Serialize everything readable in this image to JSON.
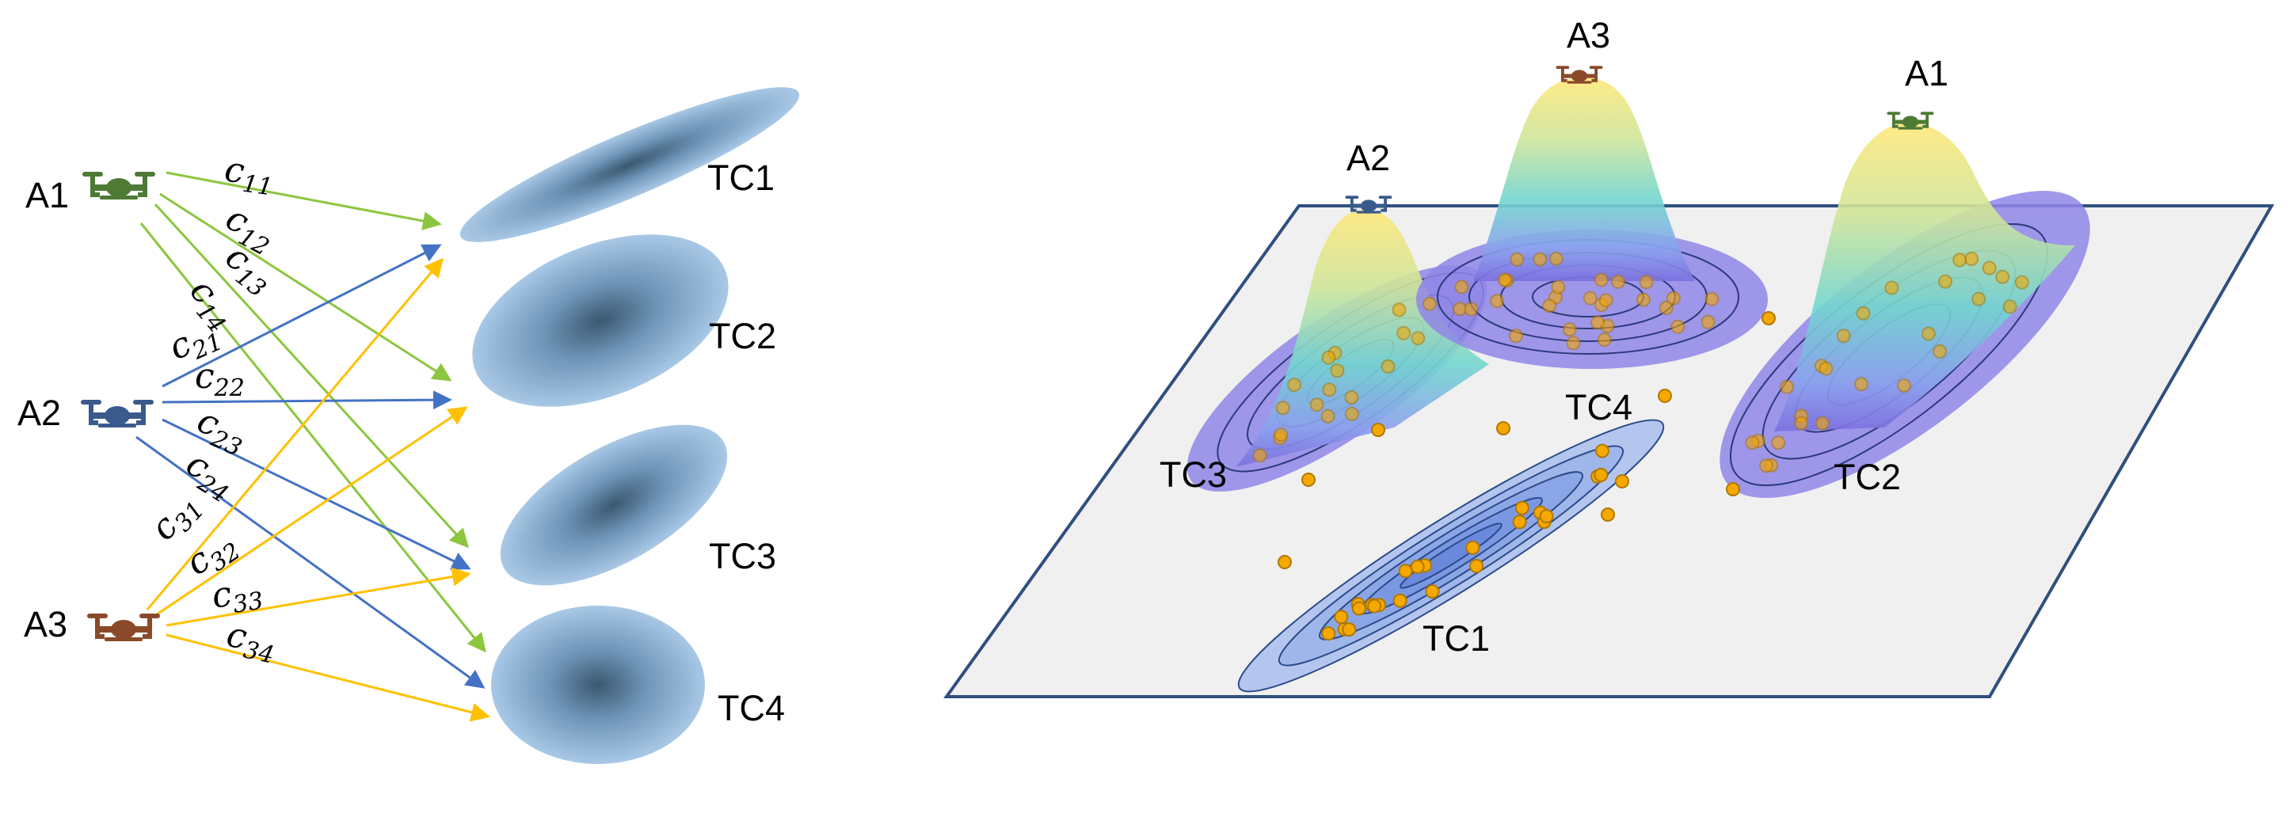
{
  "left_panel": {
    "agents": [
      {
        "id": "A1",
        "label": "A1",
        "color": "#4e7a35"
      },
      {
        "id": "A2",
        "label": "A2",
        "color": "#3a5a8c"
      },
      {
        "id": "A3",
        "label": "A3",
        "color": "#8a4a2a"
      }
    ],
    "targets": [
      {
        "id": "TC1",
        "label": "TC1"
      },
      {
        "id": "TC2",
        "label": "TC2"
      },
      {
        "id": "TC3",
        "label": "TC3"
      },
      {
        "id": "TC4",
        "label": "TC4"
      }
    ],
    "cost_labels": [
      {
        "base": "c",
        "sub": "11"
      },
      {
        "base": "c",
        "sub": "12"
      },
      {
        "base": "c",
        "sub": "13"
      },
      {
        "base": "c",
        "sub": "14"
      },
      {
        "base": "c",
        "sub": "21"
      },
      {
        "base": "c",
        "sub": "22"
      },
      {
        "base": "c",
        "sub": "23"
      },
      {
        "base": "c",
        "sub": "24"
      },
      {
        "base": "c",
        "sub": "31"
      },
      {
        "base": "c",
        "sub": "32"
      },
      {
        "base": "c",
        "sub": "33"
      },
      {
        "base": "c",
        "sub": "34"
      }
    ],
    "arrow_colors": {
      "A1": "#8cc63e",
      "A2": "#4472c4",
      "A3": "#ffc000"
    }
  },
  "right_panel": {
    "agent_labels": {
      "A1": "A1",
      "A2": "A2",
      "A3": "A3"
    },
    "cluster_labels": {
      "TC1": "TC1",
      "TC2": "TC2",
      "TC3": "TC3",
      "TC4": "TC4"
    },
    "plane_color": "#f0f0f0",
    "plane_border": "#2f4f7f",
    "point_color": "#f5a800"
  }
}
